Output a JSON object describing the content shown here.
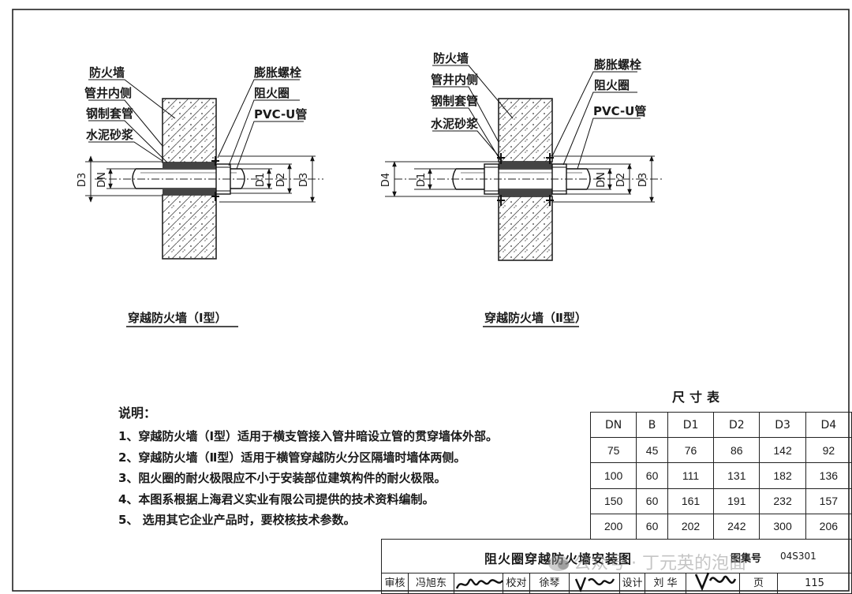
{
  "diagram_1": {
    "caption": "穿越防火墙（Ⅰ型）",
    "labels": {
      "fire_wall": "防火墙",
      "shaft_inner": "管井内侧",
      "steel_sleeve": "钢制套管",
      "cement_mortar": "水泥砂浆",
      "expansion_bolt": "膨胀螺栓",
      "fire_ring": "阻火圈",
      "pvc_pipe": "PVC-U管"
    },
    "dims": {
      "d3_left": "D3",
      "dn": "DN",
      "d1": "D1",
      "d2": "D2",
      "d3_right": "D3"
    }
  },
  "diagram_2": {
    "caption": "穿越防火墙（Ⅱ型）",
    "labels": {
      "fire_wall": "防火墙",
      "shaft_inner": "管井内侧",
      "steel_sleeve": "钢制套管",
      "cement_mortar": "水泥砂浆",
      "expansion_bolt": "膨胀螺栓",
      "fire_ring": "阻火圈",
      "pvc_pipe": "PVC-U管"
    },
    "dims": {
      "d4": "D4",
      "d1": "D1",
      "dn": "DN",
      "d2": "D2",
      "d3": "D3"
    }
  },
  "notes": {
    "title": "说明：",
    "items": [
      "1、穿越防火墙（Ⅰ型）适用于横支管接入管井暗设立管的贯穿墙体外部。",
      "2、穿越防火墙（Ⅱ型）适用于横管穿越防火分区隔墙时墙体两侧。",
      "3、阻火圈的耐火极限应不小于安装部位建筑构件的耐火极限。",
      "4、本图系根据上海君义实业有限公司提供的技术资料编制。",
      "5、 选用其它企业产品时，要校核技术参数。"
    ]
  },
  "size_table": {
    "title": "尺寸表",
    "headers": [
      "DN",
      "B",
      "D1",
      "D2",
      "D3",
      "D4"
    ],
    "rows": [
      [
        "75",
        "45",
        "76",
        "86",
        "142",
        "92"
      ],
      [
        "100",
        "60",
        "111",
        "131",
        "182",
        "136"
      ],
      [
        "150",
        "60",
        "161",
        "191",
        "232",
        "157"
      ],
      [
        "200",
        "60",
        "202",
        "242",
        "300",
        "206"
      ]
    ]
  },
  "title_block": {
    "title": "阻火圈穿越防火墙安装图",
    "atlas_label": "图集号",
    "atlas_no": "04S301",
    "review_label": "审核",
    "review_name": "冯旭东",
    "review_sig": "冯旭东",
    "check_label": "校对",
    "check_name": "徐琴",
    "check_sig": "徐琴",
    "design_label": "设计",
    "design_name": "刘 华",
    "design_sig": "刘华",
    "page_label": "页",
    "page_no": "115"
  },
  "watermark": {
    "text": "公众号 · 丁元英的泡面"
  }
}
